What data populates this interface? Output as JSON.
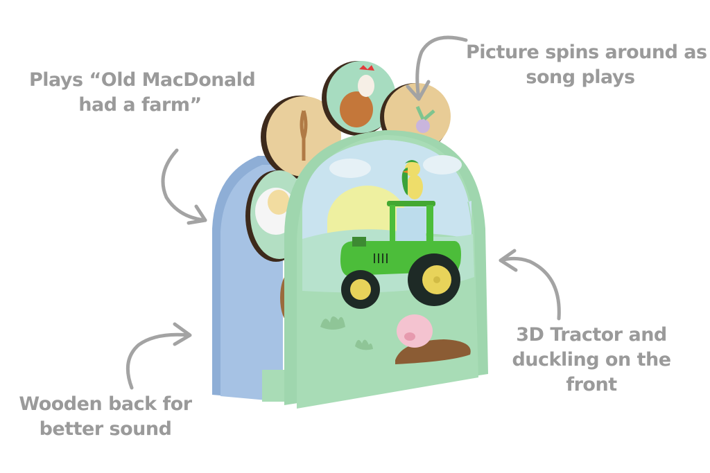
{
  "product": "Wooden musical farm toy with spinning picture disc",
  "callouts": [
    {
      "id": "song",
      "lines": [
        "Plays “Old MacDonald",
        "had a farm”"
      ]
    },
    {
      "id": "spin",
      "lines": [
        "Picture spins around as",
        "song plays"
      ]
    },
    {
      "id": "tractor",
      "lines": [
        "3D Tractor and",
        "duckling on the",
        "front"
      ]
    },
    {
      "id": "back",
      "lines": [
        "Wooden back for",
        "better sound"
      ]
    }
  ],
  "disc_pictures": [
    "wheat",
    "chicken",
    "beetroot",
    "sheep"
  ],
  "front_scene": [
    "clouds",
    "sun",
    "hills",
    "tractor",
    "duckling",
    "grass",
    "pig",
    "mud"
  ],
  "colors": {
    "text": "#9a9a9a",
    "arrow": "#a3a3a3",
    "front_panel": "#a8dcb6",
    "sky": "#c9e3ef",
    "back_panel": "#9bb8dc",
    "disc_wood": "#e8cc96",
    "tractor": "#4cbd3a"
  }
}
